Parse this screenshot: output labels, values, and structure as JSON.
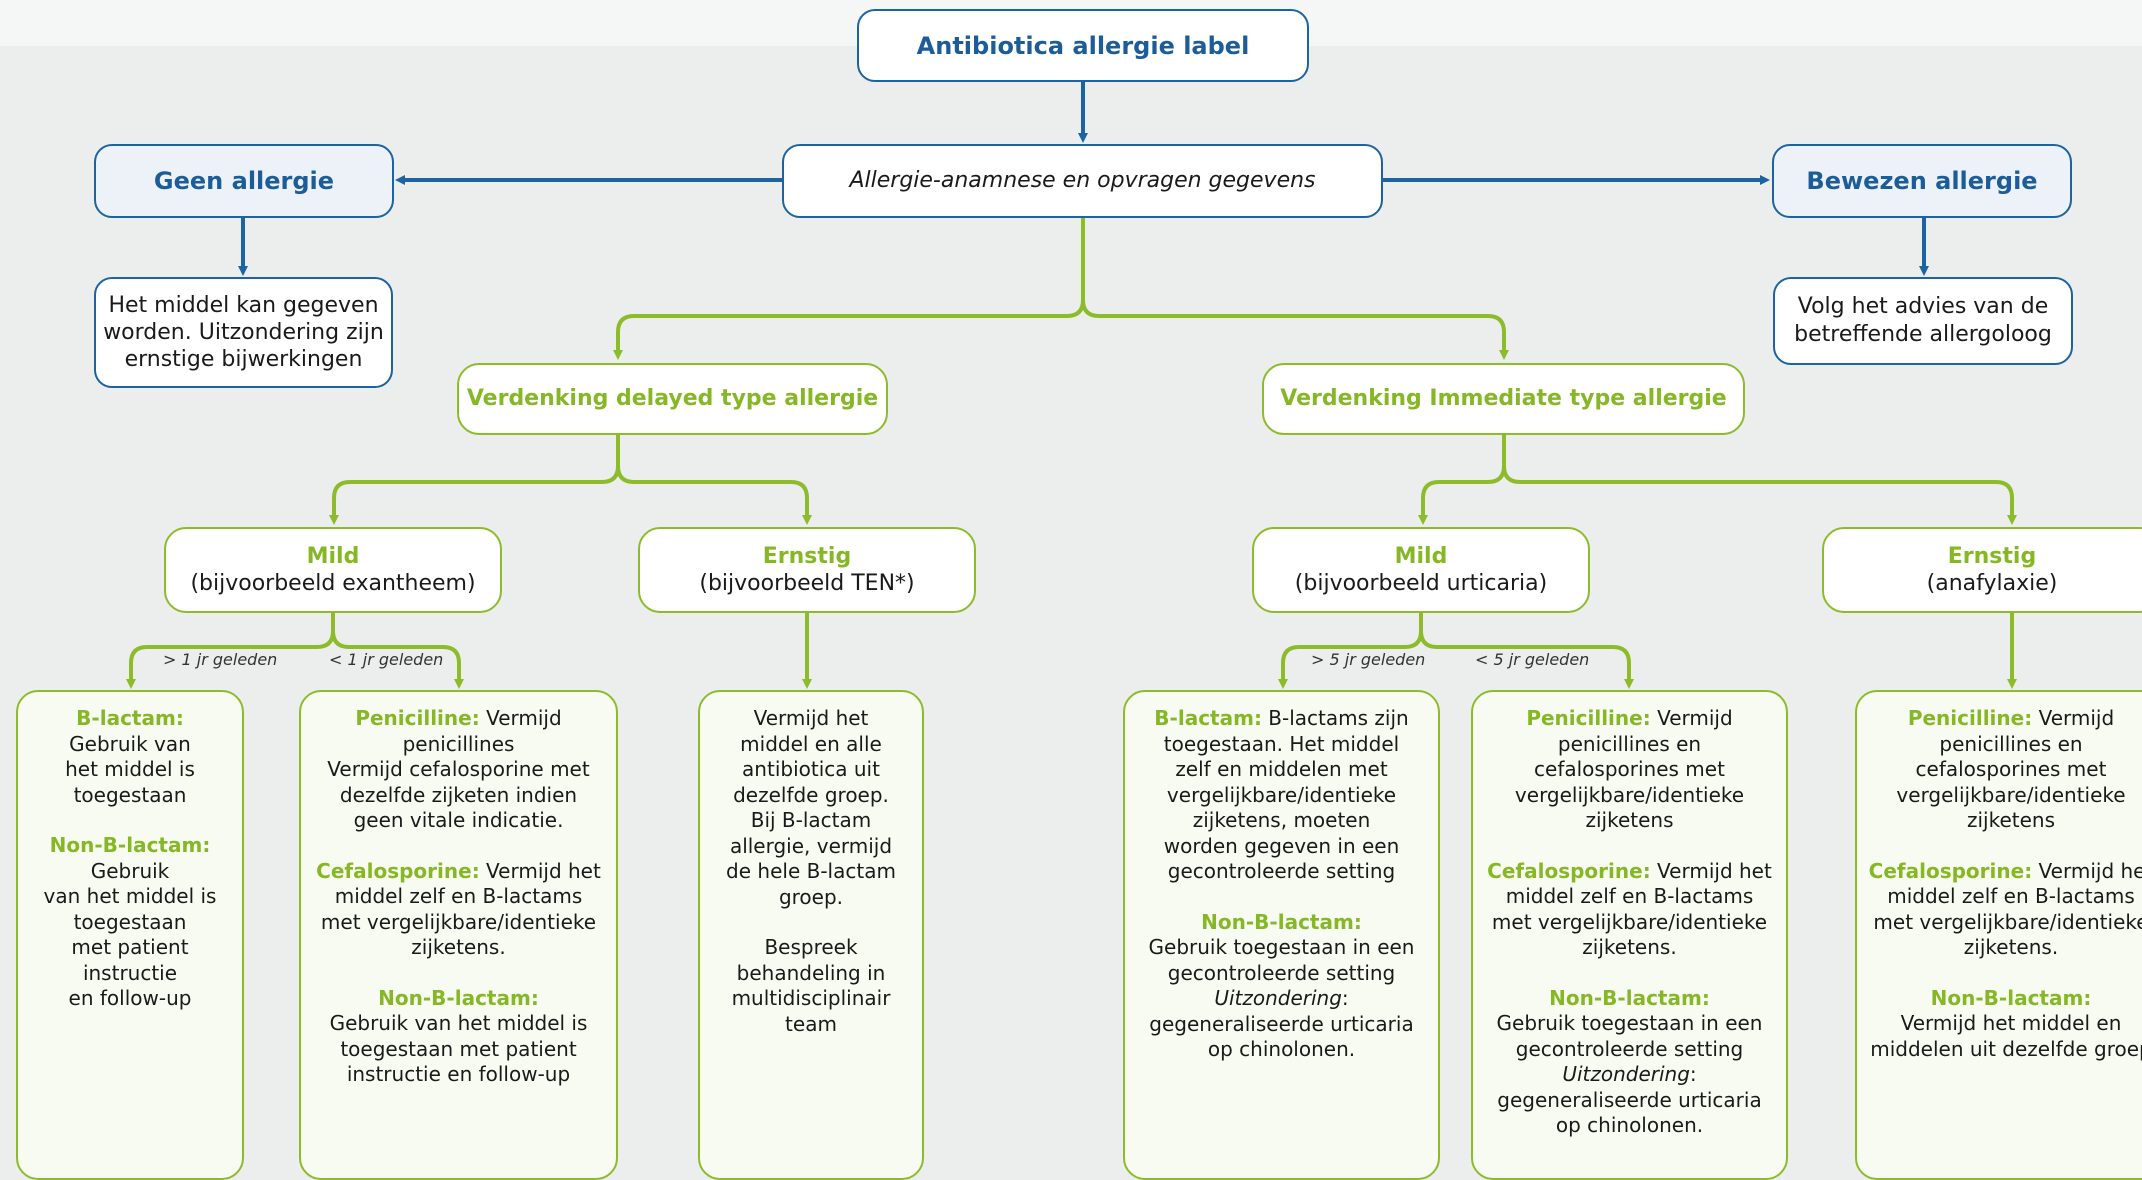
{
  "top": {
    "title": "Antibiotica allergie label",
    "anamnese": "Allergie-anamnese en opvragen gegevens"
  },
  "left": {
    "title": "Geen allergie",
    "text": [
      "Het middel kan gegeven",
      "worden. Uitzondering zijn",
      "ernstige bijwerkingen"
    ]
  },
  "right": {
    "title": "Bewezen allergie",
    "text": [
      "Volg het advies van de",
      "betreffende allergoloog"
    ]
  },
  "delayed": {
    "title": "Verdenking delayed type allergie",
    "mild": {
      "title": "Mild",
      "sub": "(bijvoorbeeld exantheem)"
    },
    "ernstig": {
      "title": "Ernstig",
      "sub": "(bijvoorbeeld TEN*)"
    },
    "label_gt": "> 1 jr geleden",
    "label_lt": "< 1 jr geleden",
    "box1": {
      "h1": "B-lactam:",
      "t1": [
        "Gebruik van",
        "het middel is",
        "toegestaan"
      ],
      "h2": "Non-B-lactam:",
      "t2": [
        "Gebruik",
        "van het middel is",
        "toegestaan",
        "met patient",
        "instructie",
        "en follow-up"
      ]
    },
    "box2": {
      "h1": "Penicilline:",
      "h1_rest": " Vermijd",
      "t1": [
        "penicillines",
        "Vermijd cefalosporine met",
        "dezelfde zijketen indien",
        "geen vitale indicatie."
      ],
      "h2": "Cefalosporine:",
      "h2_rest": " Vermijd het",
      "t2": [
        "middel zelf en B-lactams",
        "met vergelijkbare/identieke",
        "zijketens."
      ],
      "h3": "Non-B-lactam:",
      "t3": [
        "Gebruik van het middel is",
        "toegestaan met patient",
        "instructie en follow-up"
      ]
    },
    "box3": {
      "t1": [
        "Vermijd het",
        "middel en alle",
        "antibiotica uit",
        "dezelfde groep.",
        "Bij B-lactam",
        "allergie, vermijd",
        "de hele B-lactam",
        "groep."
      ],
      "t2": [
        "Bespreek",
        "behandeling in",
        "multidisciplinair",
        "team"
      ]
    }
  },
  "immediate": {
    "title": "Verdenking Immediate type allergie",
    "mild": {
      "title": "Mild",
      "sub": "(bijvoorbeeld urticaria)"
    },
    "ernstig": {
      "title": "Ernstig",
      "sub": "(anafylaxie)"
    },
    "label_gt": "> 5 jr geleden",
    "label_lt": "< 5 jr geleden",
    "box1": {
      "h1": "B-lactam:",
      "h1_rest": " B-lactams zijn",
      "t1": [
        "toegestaan. Het middel",
        "zelf en middelen met",
        "vergelijkbare/identieke",
        "zijketens, moeten",
        "worden gegeven in een",
        "gecontroleerde setting"
      ],
      "h2": "Non-B-lactam:",
      "t2": [
        "Gebruik toegestaan in een",
        "gecontroleerde setting"
      ],
      "exc": "Uitzondering",
      "exc_rest": ":",
      "t3": [
        "gegeneraliseerde urticaria",
        "op chinolonen."
      ]
    },
    "box2": {
      "h1": "Penicilline:",
      "h1_rest": " Vermijd",
      "t1": [
        "penicillines en",
        "cefalosporines met",
        "vergelijkbare/identieke",
        "zijketens"
      ],
      "h2": "Cefalosporine:",
      "h2_rest": " Vermijd het",
      "t2": [
        "middel zelf en B-lactams",
        "met vergelijkbare/identieke",
        "zijketens."
      ],
      "h3": "Non-B-lactam:",
      "t3": [
        "Gebruik toegestaan in een",
        "gecontroleerde setting"
      ],
      "exc": "Uitzondering",
      "exc_rest": ":",
      "t4": [
        "gegeneraliseerde urticaria",
        "op chinolonen."
      ]
    },
    "box3": {
      "h1": "Penicilline:",
      "h1_rest": " Vermijd",
      "t1": [
        "penicillines en",
        "cefalosporines met",
        "vergelijkbare/identieke",
        "zijketens"
      ],
      "h2": "Cefalosporine:",
      "h2_rest": " Vermijd het",
      "t2": [
        "middel zelf en B-lactams",
        "met vergelijkbare/identieke",
        "zijketens."
      ],
      "h3": "Non-B-lactam:",
      "t3": [
        "Vermijd het middel en",
        "middelen uit dezelfde groep"
      ]
    }
  },
  "colors": {
    "blue": "#1c63a3",
    "green": "#8dbc2b",
    "background": "#eceeee"
  }
}
